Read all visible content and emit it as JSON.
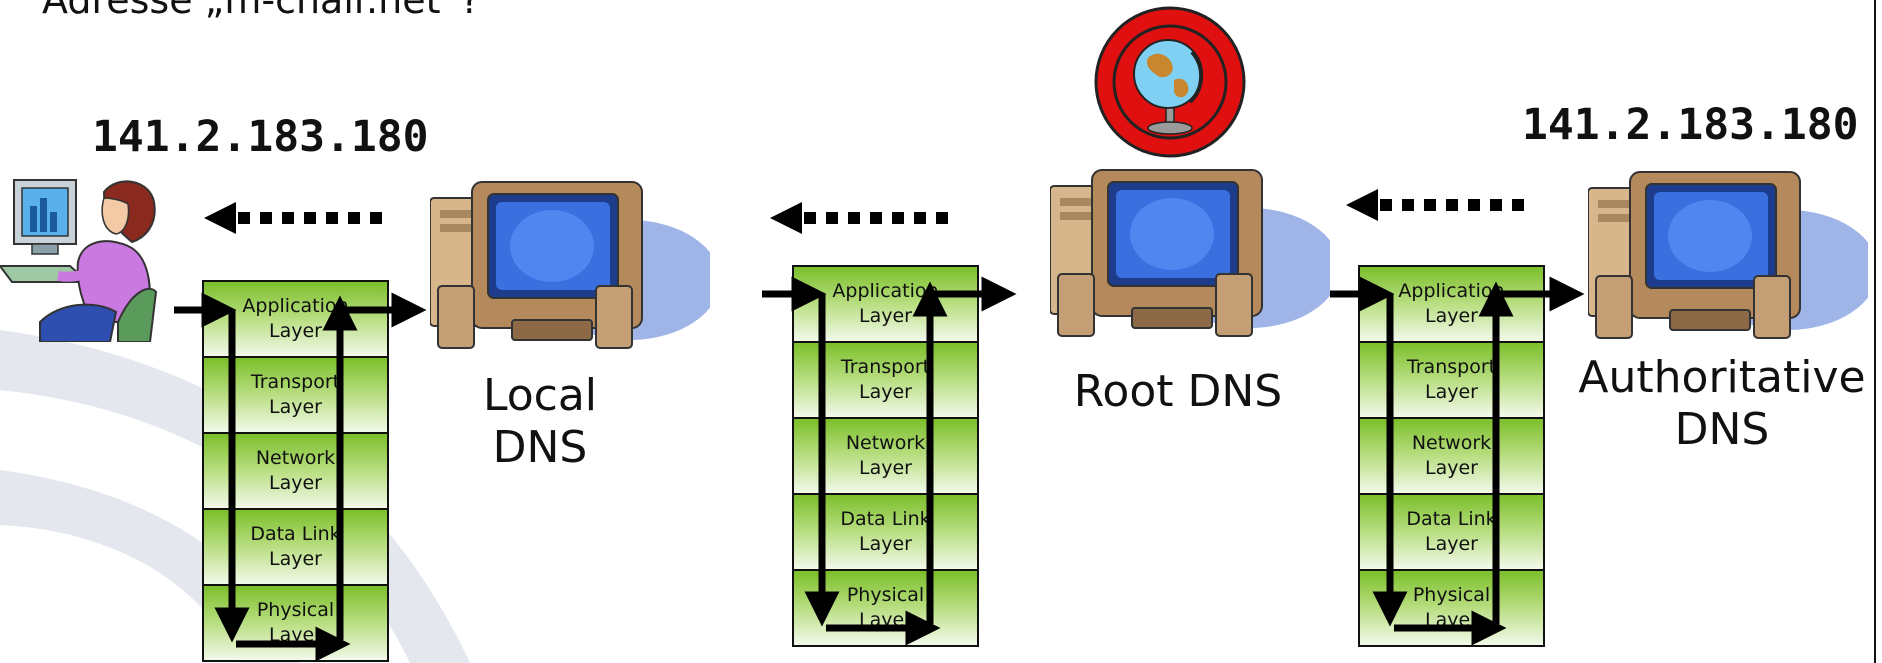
{
  "header_text": "Adresse „m-chair.net“?",
  "ip_left": "141.2.183.180",
  "ip_right": "141.2.183.180",
  "nodes": {
    "local_dns": "Local DNS",
    "root_dns": "Root DNS",
    "authoritative_dns_line1": "Authoritative",
    "authoritative_dns_line2": "DNS"
  },
  "stacks": [
    {
      "layers": [
        {
          "l1": "Application",
          "l2": "Layer"
        },
        {
          "l1": "Transport",
          "l2": "Layer"
        },
        {
          "l1": "Network",
          "l2": "Layer"
        },
        {
          "l1": "Data Link",
          "l2": "Layer"
        },
        {
          "l1": "Physical",
          "l2": "Layer"
        }
      ]
    },
    {
      "layers": [
        {
          "l1": "Application",
          "l2": "Layer"
        },
        {
          "l1": "Transport",
          "l2": "Layer"
        },
        {
          "l1": "Network",
          "l2": "Layer"
        },
        {
          "l1": "Data Link",
          "l2": "Layer"
        },
        {
          "l1": "Physical",
          "l2": "Layer"
        }
      ]
    },
    {
      "layers": [
        {
          "l1": "Application",
          "l2": "Layer"
        },
        {
          "l1": "Transport",
          "l2": "Layer"
        },
        {
          "l1": "Network",
          "l2": "Layer"
        },
        {
          "l1": "Data Link",
          "l2": "Layer"
        },
        {
          "l1": "Physical",
          "l2": "Layer"
        }
      ]
    }
  ],
  "icons": {
    "user": "user-at-computer-icon",
    "server": "desktop-computer-icon",
    "root_badge": "globe-badge-icon"
  },
  "colors": {
    "layer_green": "#7bbf2a",
    "monitor_blue": "#3a6fe0",
    "badge_red": "#e11010",
    "swoosh": "#d9dde6"
  }
}
